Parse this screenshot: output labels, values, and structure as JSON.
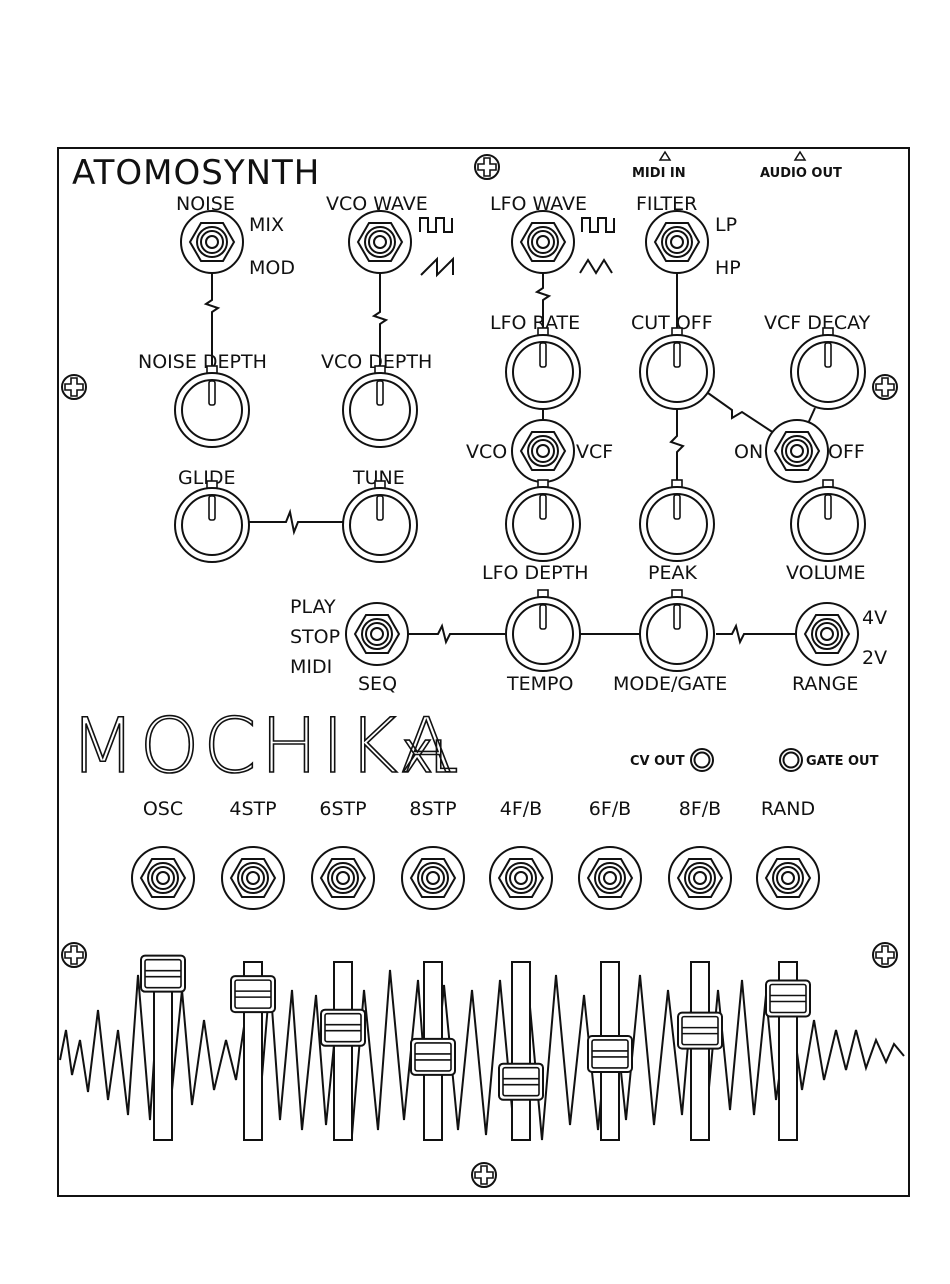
{
  "brand": "ATOMOSYNTH",
  "product": {
    "name": "MOCHIKA",
    "suffix": "XL"
  },
  "jacks_top": {
    "midi_in": "MIDI IN",
    "audio_out": "AUDIO OUT"
  },
  "jacks_mid": {
    "cv_out": "CV OUT",
    "gate_out": "GATE OUT"
  },
  "switches": {
    "noise": {
      "title": "NOISE",
      "up": "MIX",
      "down": "MOD"
    },
    "vco_wave": {
      "title": "VCO WAVE"
    },
    "lfo_wave": {
      "title": "LFO WAVE"
    },
    "filter": {
      "title": "FILTER",
      "up": "LP",
      "down": "HP"
    },
    "lfo_dest": {
      "left": "VCO",
      "right": "VCF"
    },
    "vcf_decay": {
      "left": "ON",
      "right": "OFF"
    },
    "seq": {
      "up": "PLAY",
      "mid": "STOP",
      "down": "MIDI",
      "bottom": "SEQ"
    },
    "range": {
      "title": "RANGE",
      "up": "4V",
      "down": "2V"
    }
  },
  "knobs": {
    "noise_depth": "NOISE DEPTH",
    "vco_depth": "VCO DEPTH",
    "glide": "GLIDE",
    "tune": "TUNE",
    "lfo_rate": "LFO RATE",
    "lfo_depth": "LFO DEPTH",
    "cutoff": "CUT OFF",
    "peak": "PEAK",
    "vcf_decay": "VCF DECAY",
    "volume": "VOLUME",
    "tempo": "TEMPO",
    "mode_gate": "MODE/GATE"
  },
  "step_buttons": [
    "OSC",
    "4STP",
    "6STP",
    "8STP",
    "4F/B",
    "6F/B",
    "8F/B",
    "RAND"
  ],
  "sliders": [
    0.92,
    0.78,
    0.55,
    0.35,
    0.18,
    0.37,
    0.53,
    0.75
  ]
}
